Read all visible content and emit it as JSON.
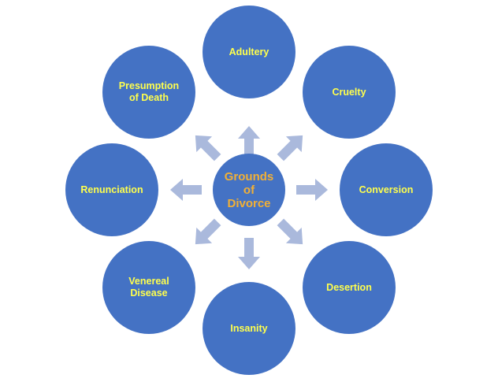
{
  "center": {
    "label": "Grounds\nof\nDivorce",
    "fill": "#4472c4",
    "text_color": "#f2b035"
  },
  "grounds": [
    {
      "label": "Adultery"
    },
    {
      "label": "Cruelty"
    },
    {
      "label": "Conversion"
    },
    {
      "label": "Desertion"
    },
    {
      "label": "Insanity"
    },
    {
      "label": "Venereal\nDisease"
    },
    {
      "label": "Renunciation"
    },
    {
      "label": "Presumption\nof Death"
    }
  ],
  "colors": {
    "circle": "#4472c4",
    "text": "#ffff4d",
    "arrow": "#aab9dc"
  }
}
